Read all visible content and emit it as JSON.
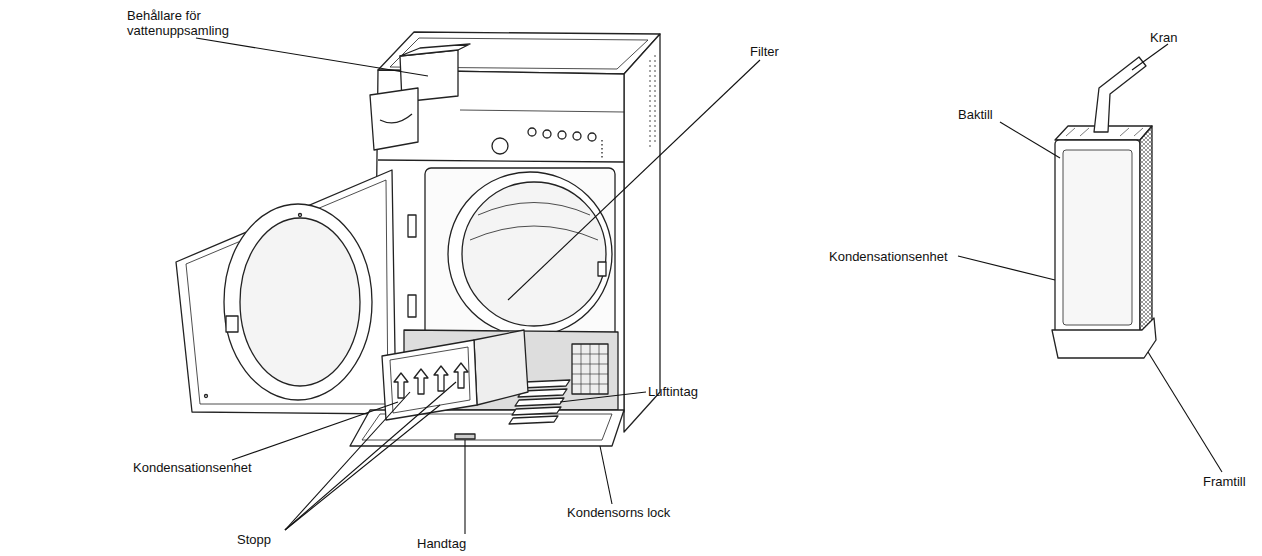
{
  "diagram": {
    "labels": [
      "Behållare för vattenuppsamling",
      "Filter",
      "Kondensationsenhet",
      "Stopp",
      "Handtag",
      "Kondensorns lock",
      "Luftintag",
      "Kran",
      "Baktill",
      "Kondensationsenhet",
      "Framtill"
    ]
  }
}
